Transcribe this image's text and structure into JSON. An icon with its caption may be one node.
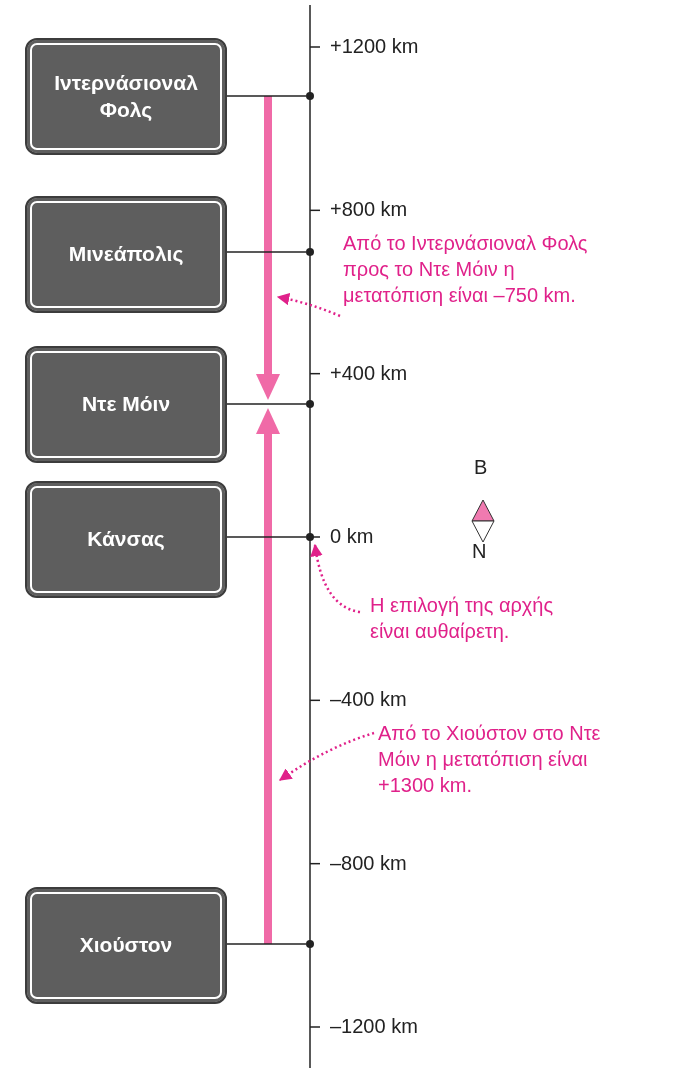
{
  "diagram": {
    "nodes": [
      {
        "text": [
          "Ιντερνάσιοναλ Φολς"
        ]
      },
      {
        "text": [
          "Μινεάπολις"
        ]
      },
      {
        "text": [
          "Ντε Μόιν"
        ]
      },
      {
        "text": [
          "Κάνσας"
        ]
      },
      {
        "text": [
          "Χιούστον"
        ]
      },
      {
        "text": [],
        "shape": "circle"
      },
      {
        "text": [],
        "shape": "circle"
      },
      {
        "text": [],
        "shape": "circle"
      },
      {
        "text": [],
        "shape": "circle"
      },
      {
        "text": [],
        "shape": "circle"
      },
      {
        "text": [
          "Από το Ιντερνάσιοναλ Φολς προς το Ντε Μόιν η μετατόπιση είναι –750 km."
        ]
      },
      {
        "text": [
          "Η επιλογή της αρχής είναι αυθαίρετη."
        ]
      },
      {
        "text": [
          "Από το Χιούστον στο Ντε Μόιν η μετατόπιση είναι +1300 km."
        ]
      }
    ],
    "edges": [
      {
        "from": 0,
        "to": 5,
        "arrow": "none"
      },
      {
        "from": 1,
        "to": 6,
        "arrow": "none"
      },
      {
        "from": 2,
        "to": 7,
        "arrow": "none"
      },
      {
        "from": 3,
        "to": 8,
        "arrow": "none"
      },
      {
        "from": 4,
        "to": 9,
        "arrow": "none"
      },
      {
        "from": 10,
        "to": null,
        "arrow": "to",
        "style": "dashed",
        "color": "#e0218a"
      },
      {
        "from": 11,
        "to": 8,
        "arrow": "to",
        "style": "dashed",
        "color": "#e0218a"
      },
      {
        "from": 12,
        "to": null,
        "arrow": "to",
        "style": "dashed",
        "color": "#e0218a"
      }
    ],
    "labels": [
      "+1200 km",
      "+800 km",
      "+400 km",
      "B",
      "0 km",
      "N",
      "–400 km",
      "–800 km",
      "–1200 km"
    ]
  }
}
